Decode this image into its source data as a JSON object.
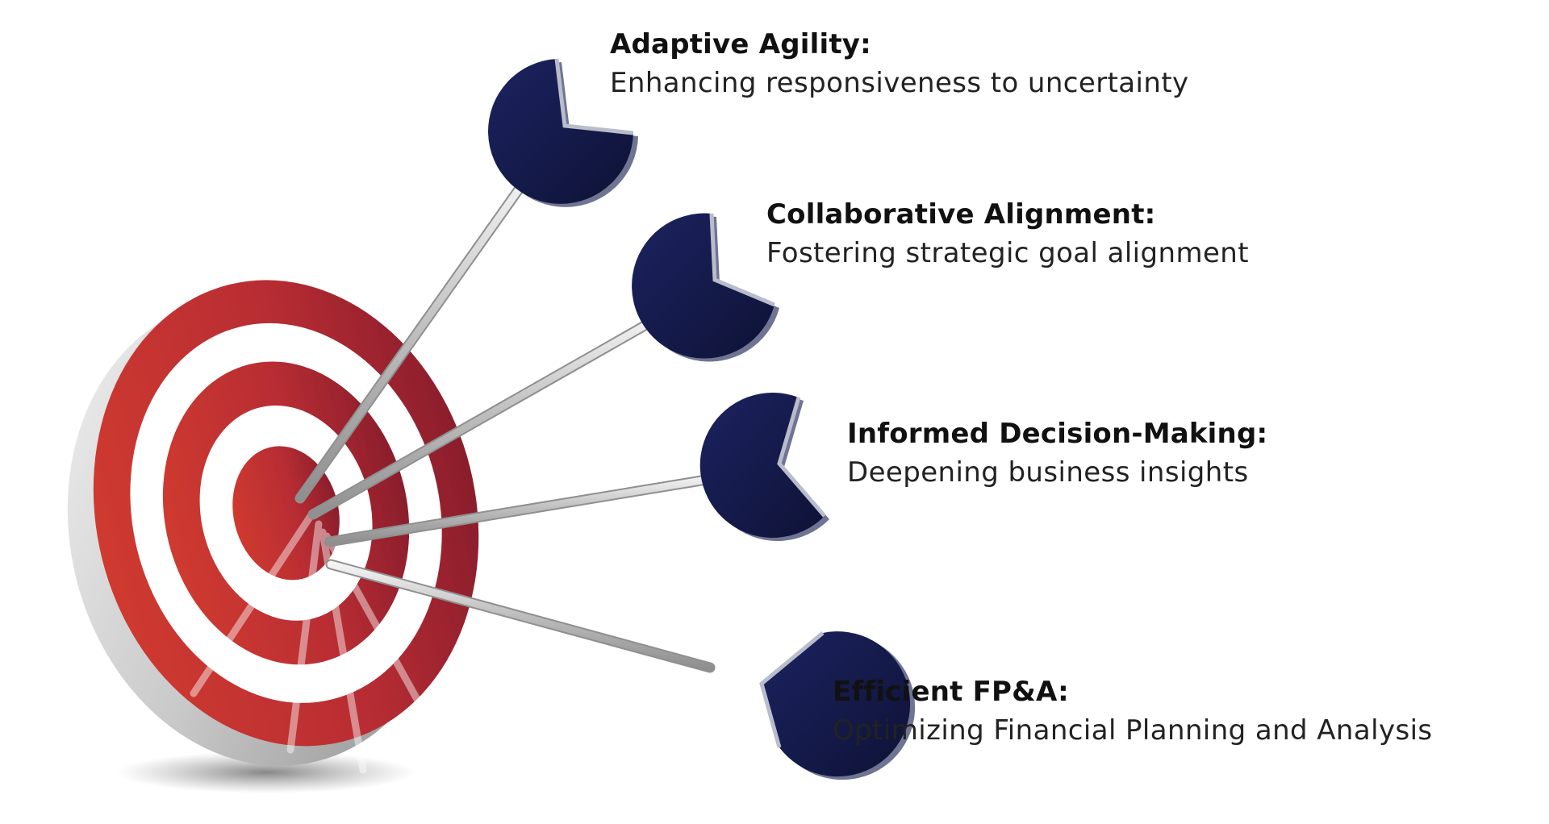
{
  "items": [
    {
      "title": "Adaptive Agility:",
      "description": "Enhancing responsiveness to uncertainty"
    },
    {
      "title": "Collaborative Alignment:",
      "description": "Fostering strategic goal alignment"
    },
    {
      "title": "Informed Decision-Making:",
      "description": "Deepening business insights"
    },
    {
      "title": "Efficient FP&A:",
      "description": "Optimizing Financial Planning and Analysis"
    }
  ],
  "colors": {
    "target_red": "#c0322f",
    "target_dark_red": "#8e1d2a",
    "target_rim": "#b8b8b8",
    "arrow_head": "#141a4a",
    "arrow_shaft": "#c8c8c8"
  },
  "icons": [
    "bullseye-target-icon",
    "arrow-icon"
  ]
}
